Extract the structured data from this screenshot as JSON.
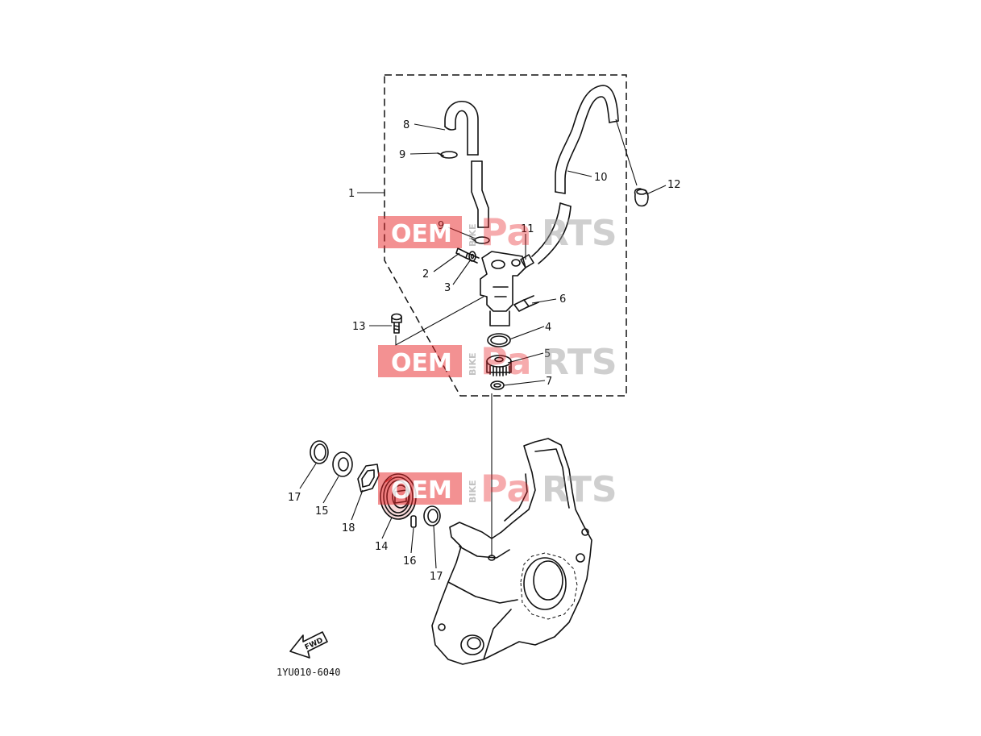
{
  "diagram": {
    "drawing_code": "1YU010-6040",
    "fwd_label": "FWD",
    "callouts": [
      "1",
      "2",
      "3",
      "4",
      "5",
      "6",
      "7",
      "8",
      "9",
      "9",
      "10",
      "11",
      "12",
      "13",
      "14",
      "15",
      "16",
      "17",
      "17",
      "18"
    ]
  },
  "watermark": {
    "word1": "OEM",
    "word2": "BIKE",
    "word3": "Pa",
    "word4": "RTS",
    "colors": {
      "red": "#e8262a",
      "grey": "#9a9a9a"
    }
  }
}
